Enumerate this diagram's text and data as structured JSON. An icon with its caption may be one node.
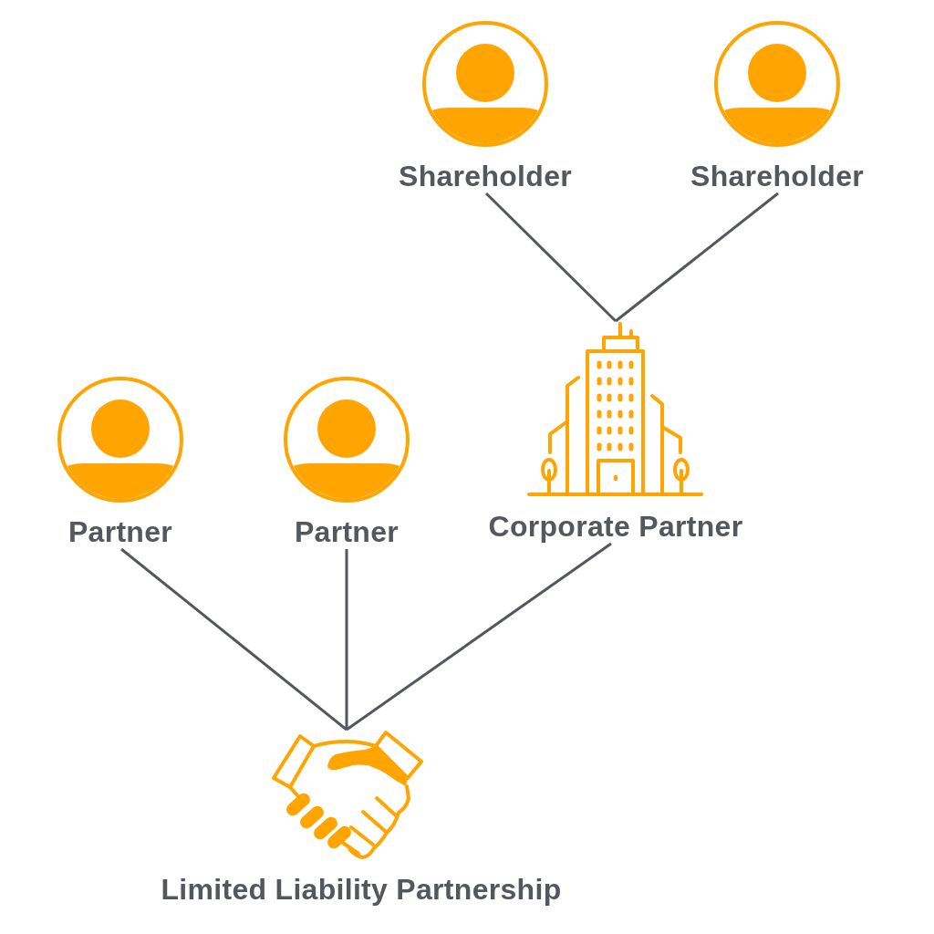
{
  "diagram": {
    "nodes": [
      {
        "text": [
          "Shareholder"
        ]
      },
      {
        "text": [
          "Shareholder"
        ]
      },
      {
        "text": [
          "Partner"
        ]
      },
      {
        "text": [
          "Partner"
        ]
      },
      {
        "text": [
          "Corporate Partner"
        ]
      },
      {
        "text": [
          "Limited Liability Partnership"
        ]
      }
    ],
    "edges": [
      {
        "from": 0,
        "to": 4,
        "arrow": "none"
      },
      {
        "from": 1,
        "to": 4,
        "arrow": "none"
      },
      {
        "from": 2,
        "to": 5,
        "arrow": "none"
      },
      {
        "from": 3,
        "to": 5,
        "arrow": "none"
      },
      {
        "from": 4,
        "to": 5,
        "arrow": "none"
      }
    ]
  }
}
